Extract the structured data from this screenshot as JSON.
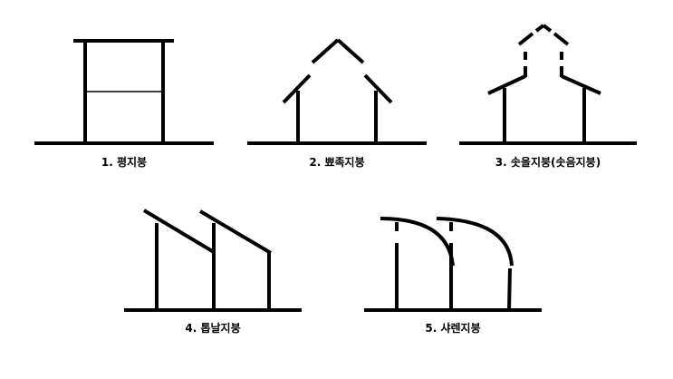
{
  "figures": [
    {
      "caption": "1. 평지붕"
    },
    {
      "caption": "2. 뾰족지붕"
    },
    {
      "caption": "3. 솟을지붕(솟음지붕)"
    },
    {
      "caption": "4. 톱날지붕"
    },
    {
      "caption": "5. 샤렌지붕"
    }
  ],
  "colors": {
    "line": "#000000",
    "background": "#ffffff"
  }
}
